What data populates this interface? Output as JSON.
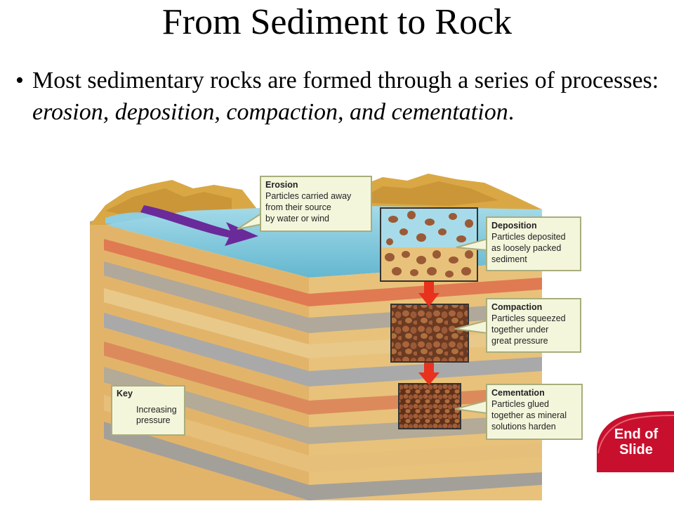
{
  "title": "From Sediment to Rock",
  "bullet": {
    "marker": "•",
    "text_start": "Most sedimentary rocks are formed through a series of processes: ",
    "emphasis": "erosion, deposition, compaction, and cementation",
    "text_end": "."
  },
  "callouts": {
    "erosion": {
      "title": "Erosion",
      "body": "Particles carried away\nfrom their source\nby water or wind"
    },
    "deposition": {
      "title": "Deposition",
      "body": "Particles deposited\nas loosely packed\nsediment"
    },
    "compaction": {
      "title": "Compaction",
      "body": "Particles squeezed\ntogether under\ngreat pressure"
    },
    "cementation": {
      "title": "Cementation",
      "body": "Particles glued\ntogether as mineral\nsolutions harden"
    }
  },
  "key": {
    "title": "Key",
    "label": "Increasing pressure"
  },
  "end_button": {
    "label": "End of Slide"
  },
  "colors": {
    "water": "#7ec8dc",
    "mountain": "#d9a845",
    "sand": "#e8c27a",
    "gray_layer": "#a9a9a9",
    "pebble": "#9b5a36",
    "arrow_purple": "#6a2a9a",
    "arrow_red": "#e8321e",
    "callout_bg": "#f4f6dc",
    "end_button": "#c8102e"
  }
}
